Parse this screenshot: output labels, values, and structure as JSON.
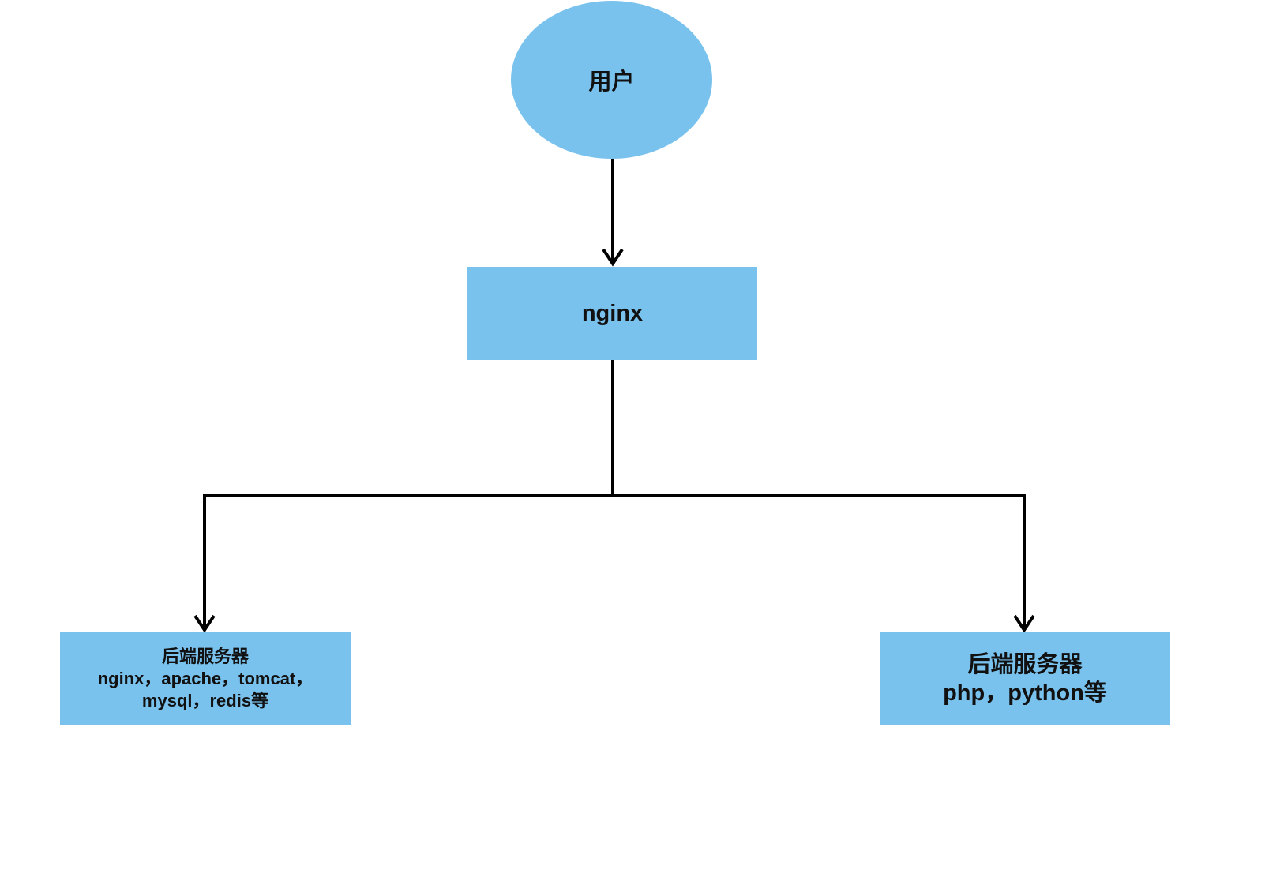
{
  "diagram": {
    "colors": {
      "node_fill": "#7AC2EE",
      "connector": "#000000",
      "text": "#111111"
    },
    "nodes": {
      "user": {
        "label": "用户",
        "shape": "ellipse"
      },
      "nginx": {
        "label": "nginx",
        "shape": "rectangle"
      },
      "backend_left": {
        "shape": "rectangle",
        "lines": [
          "后端服务器",
          "nginx，apache，tomcat，",
          "mysql，redis等"
        ]
      },
      "backend_right": {
        "shape": "rectangle",
        "lines": [
          "后端服务器",
          "php，python等"
        ]
      }
    },
    "edges": [
      {
        "from": "user",
        "to": "nginx",
        "arrow": "down"
      },
      {
        "from": "nginx",
        "to": "backend_left",
        "arrow": "down"
      },
      {
        "from": "nginx",
        "to": "backend_right",
        "arrow": "down"
      }
    ]
  }
}
